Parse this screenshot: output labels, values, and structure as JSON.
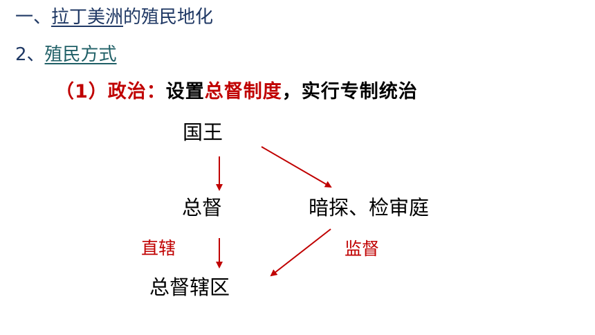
{
  "heading1": {
    "prefix": "一、",
    "linked": "拉丁美洲",
    "suffix": "的殖民地化"
  },
  "heading2": {
    "prefix": "2、",
    "linked": "殖民方式"
  },
  "point1": {
    "label": "（1）政治：",
    "text_a": "设置",
    "highlight": "总督制度",
    "text_b": "，实行专制统治"
  },
  "diagram": {
    "king": "国王",
    "governor": "总督",
    "inquisition": "暗探、检审庭",
    "district": "总督辖区",
    "direct_label": "直辖",
    "supervise_label": "监督"
  },
  "colors": {
    "heading": "#1f3864",
    "accent": "#c00000",
    "arrow": "#c00000"
  }
}
